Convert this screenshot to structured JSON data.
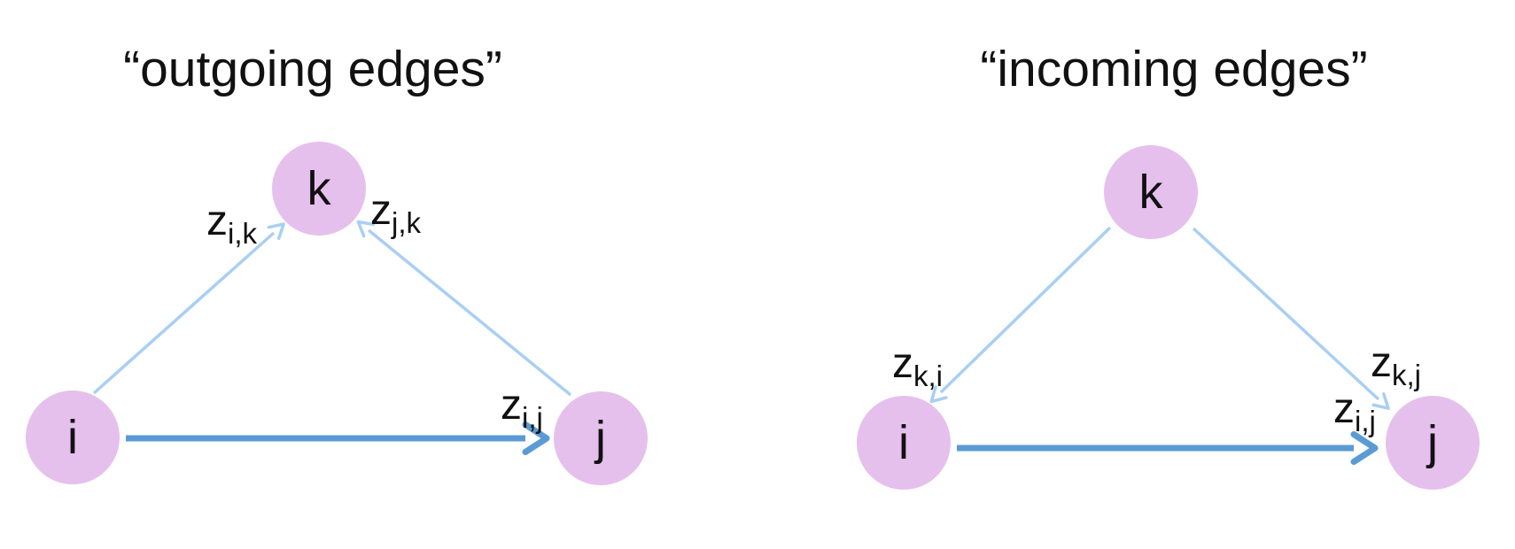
{
  "colors": {
    "background": "#ffffff",
    "node_fill": "#e6c0ed",
    "edge_light_blue": "#a9cff3",
    "edge_dark_blue": "#5b9bd5",
    "text": "#111111"
  },
  "panels": [
    {
      "title": "“outgoing edges”",
      "nodes": {
        "i": {
          "label": "i"
        },
        "j": {
          "label": "j"
        },
        "k": {
          "label": "k"
        }
      },
      "edges": [
        {
          "from": "i",
          "to": "k",
          "style": "light",
          "label": {
            "main": "z",
            "sub": "i,k"
          }
        },
        {
          "from": "j",
          "to": "k",
          "style": "light",
          "label": {
            "main": "z",
            "sub": "j,k"
          }
        },
        {
          "from": "i",
          "to": "j",
          "style": "dark",
          "label": {
            "main": "z",
            "sub": "i,j"
          }
        }
      ]
    },
    {
      "title": "“incoming edges”",
      "nodes": {
        "i": {
          "label": "i"
        },
        "j": {
          "label": "j"
        },
        "k": {
          "label": "k"
        }
      },
      "edges": [
        {
          "from": "k",
          "to": "i",
          "style": "light",
          "label": {
            "main": "z",
            "sub": "k,i"
          }
        },
        {
          "from": "k",
          "to": "j",
          "style": "light",
          "label": {
            "main": "z",
            "sub": "k,j"
          }
        },
        {
          "from": "i",
          "to": "j",
          "style": "dark",
          "label": {
            "main": "z",
            "sub": "i,j"
          }
        }
      ]
    }
  ]
}
